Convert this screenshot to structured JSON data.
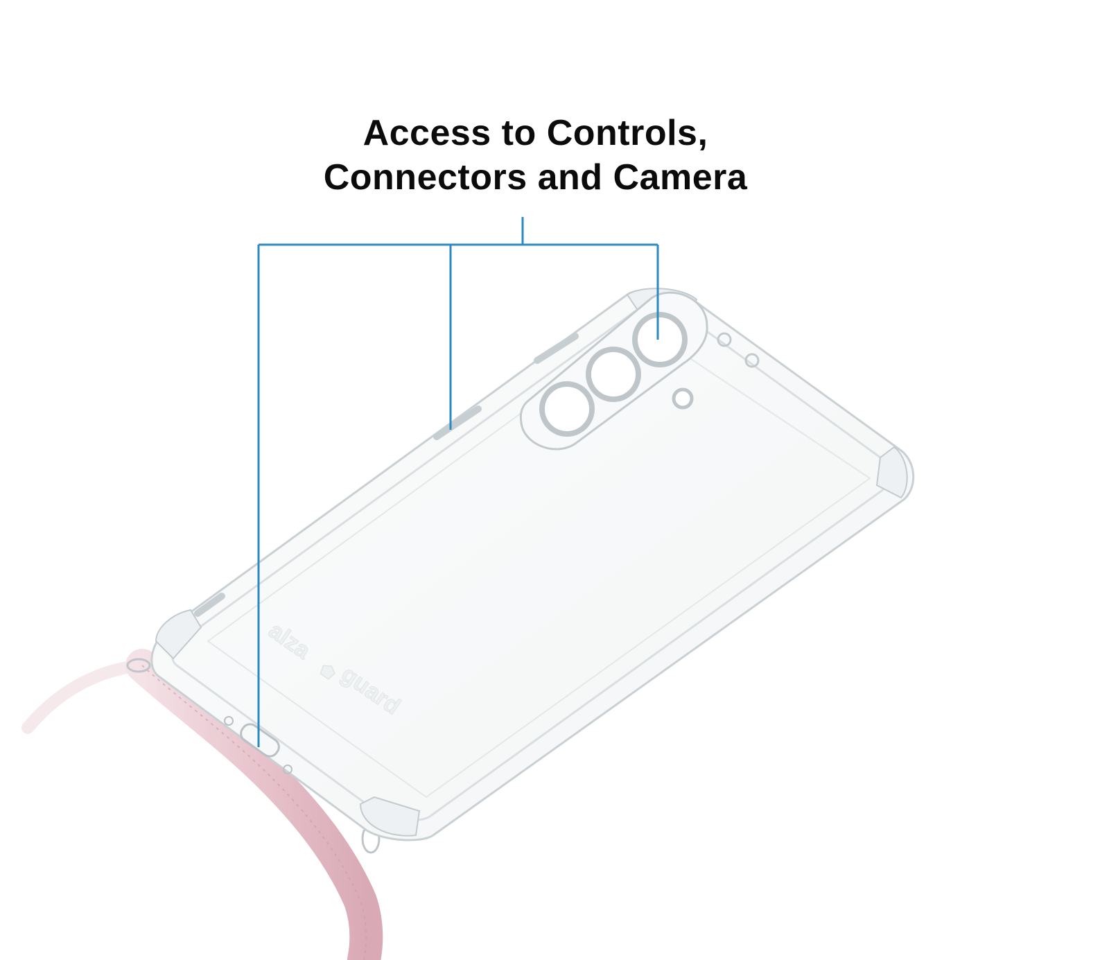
{
  "headline": {
    "line1": "Access to Controls,",
    "line2": "Connectors and Camera"
  },
  "product": {
    "brand_watermark_left": "alza",
    "brand_watermark_right": "guard"
  },
  "colors": {
    "callout_line": "#2b8bc0",
    "case_outline": "#d4dadd",
    "case_edge": "#bcc4c8",
    "lanyard": "#e8c9d0",
    "lanyard_shadow": "#d6a9b4",
    "headline_text": "#0b0b0b"
  }
}
